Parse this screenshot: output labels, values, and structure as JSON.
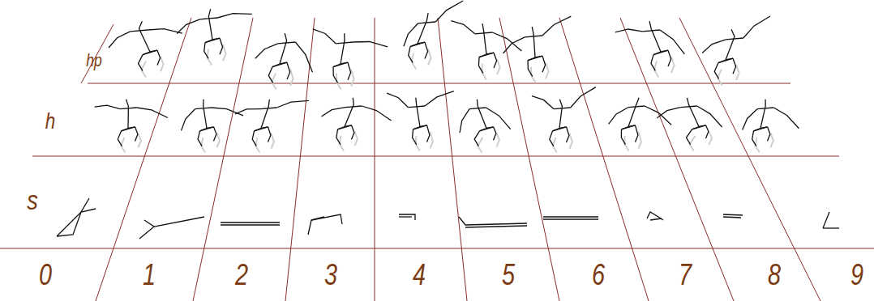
{
  "diagram": {
    "labels": [
      "hp",
      "h",
      "s",
      "0",
      "1",
      "2",
      "3",
      "4",
      "5",
      "6",
      "7",
      "8",
      "9"
    ]
  }
}
